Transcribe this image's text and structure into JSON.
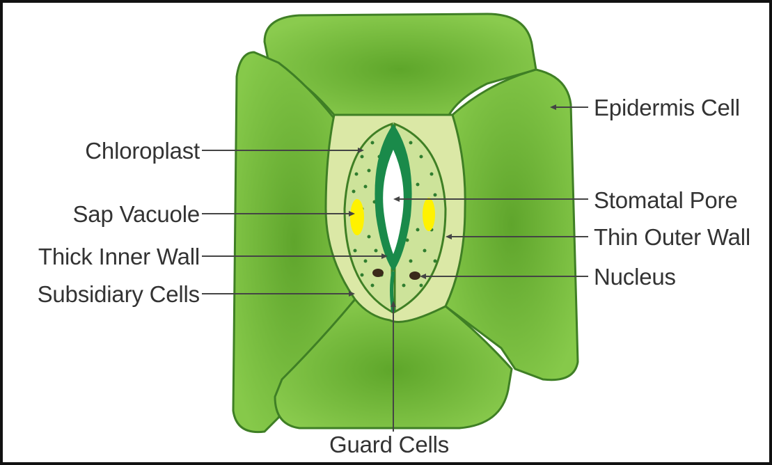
{
  "labels": {
    "epidermis_cell": "Epidermis Cell",
    "chloroplast": "Chloroplast",
    "stomatal_pore": "Stomatal Pore",
    "sap_vacuole": "Sap Vacuole",
    "thin_outer_wall": "Thin Outer Wall",
    "thick_inner_wall": "Thick Inner Wall",
    "nucleus": "Nucleus",
    "subsidiary_cells": "Subsidiary Cells",
    "guard_cells": "Guard Cells"
  },
  "colors": {
    "epidermis_fill": "#7cc242",
    "epidermis_dark": "#5ea62a",
    "cell_outline": "#3f7f25",
    "subsidiary_fill": "#dbe8a6",
    "guard_fill": "#cde39a",
    "guard_wall": "#1a8a4a",
    "vacuole": "#fff200",
    "dots": "#2f7d2f",
    "nucleus": "#3a2a1a",
    "leader_line": "#444444",
    "text": "#333333",
    "border": "#111111"
  }
}
